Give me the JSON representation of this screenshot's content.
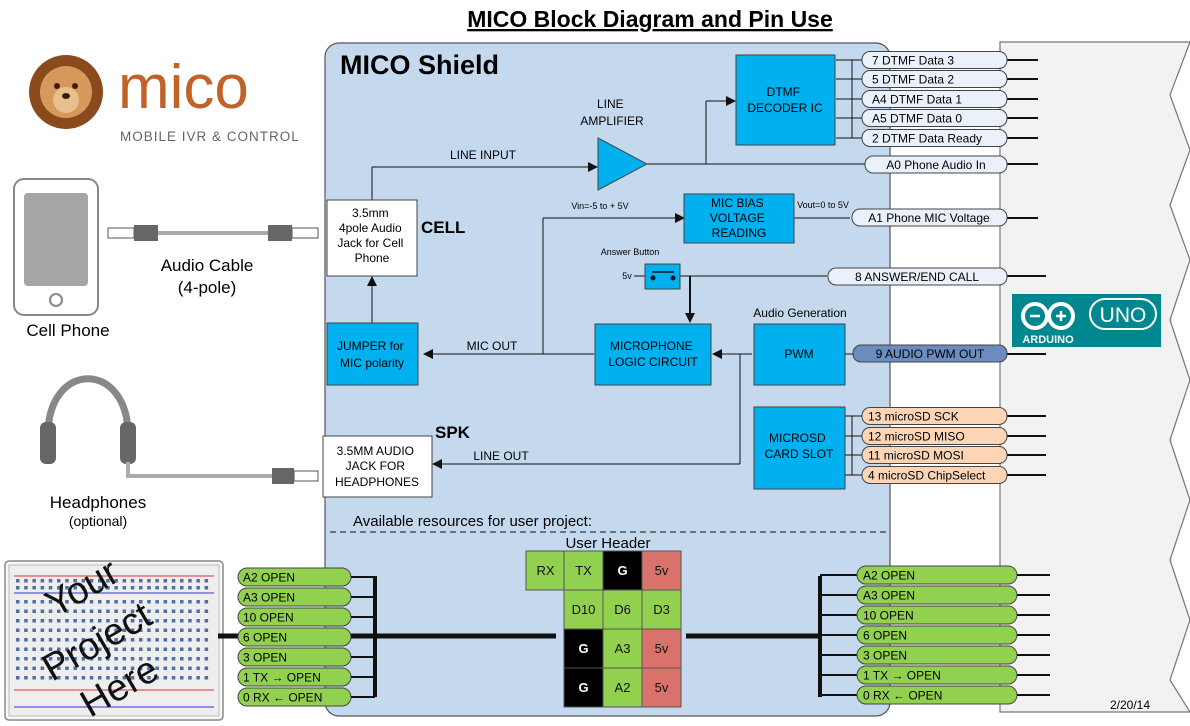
{
  "title": "MICO Block Diagram and Pin Use",
  "logo": {
    "word": "mico",
    "tagline": "MOBILE IVR & CONTROL"
  },
  "shield_title": "MICO Shield",
  "left": {
    "cell_phone": "Cell Phone",
    "audio_cable_line1": "Audio Cable",
    "audio_cable_line2": "(4-pole)",
    "headphones": "Headphones",
    "optional": "(optional)",
    "project_words": [
      "Your",
      "Project",
      "Here"
    ]
  },
  "blocks": {
    "jack_cell": [
      "3.5mm",
      "4pole Audio",
      "Jack for Cell",
      "Phone"
    ],
    "cell_label": "CELL",
    "jumper": [
      "JUMPER for",
      "MIC polarity"
    ],
    "jack_hp": [
      "3.5MM AUDIO",
      "JACK FOR",
      "HEADPHONES"
    ],
    "spk_label": "SPK",
    "line_amp": [
      "LINE",
      "AMPLIFIER"
    ],
    "dtmf": [
      "DTMF",
      "DECODER IC"
    ],
    "mic_bias": [
      "MIC BIAS",
      "VOLTAGE",
      "READING"
    ],
    "mic_logic": [
      "MICROPHONE",
      "LOGIC CIRCUIT"
    ],
    "pwm": "PWM",
    "audio_gen": "Audio Generation",
    "microsd": [
      "MICROSD",
      "CARD SLOT"
    ],
    "answer_button": "Answer Button",
    "five_v": "5v",
    "vin": "Vin=-5 to + 5V",
    "vout": "Vout=0 to 5V",
    "line_input": "LINE INPUT",
    "mic_out": "MIC OUT",
    "line_out": "LINE OUT"
  },
  "pins_top": [
    {
      "label": "7 DTMF Data 3",
      "color": "#eaf1fb"
    },
    {
      "label": "5 DTMF Data 2",
      "color": "#eaf1fb"
    },
    {
      "label": "A4 DTMF Data 1",
      "color": "#eaf1fb"
    },
    {
      "label": "A5 DTMF Data 0",
      "color": "#eaf1fb"
    },
    {
      "label": "2 DTMF Data Ready",
      "color": "#eaf1fb"
    }
  ],
  "pin_audio_in": "A0 Phone Audio In",
  "pin_mic_voltage": "A1 Phone MIC Voltage",
  "pin_answer": "8 ANSWER/END CALL",
  "pin_pwm": "9 AUDIO PWM OUT",
  "pins_sd": [
    "13 microSD SCK",
    "12 microSD MISO",
    "11 microSD MOSI",
    "4 microSD ChipSelect"
  ],
  "resources_label": "Available resources for user project:",
  "user_header": {
    "title": "User Header",
    "row1": [
      "RX",
      "TX",
      "G",
      "5v"
    ],
    "row2": [
      "D10",
      "D6",
      "D3"
    ],
    "row3": [
      "G",
      "A3",
      "5v"
    ],
    "row4": [
      "G",
      "A2",
      "5v"
    ]
  },
  "open_pins": [
    "A2 OPEN",
    "A3 OPEN",
    "10 OPEN",
    "6 OPEN",
    "3 OPEN",
    "1 TX →    OPEN",
    "0 RX ←    OPEN"
  ],
  "arduino": {
    "brand": "ARDUINO",
    "model": "UNO"
  },
  "date": "2/20/14",
  "colors": {
    "shield_bg": "#c5d9ee",
    "block_cyan": "#00b0ef",
    "pin_green": "#92d050",
    "pin_orange": "#fbd5b5",
    "pin_blue": "#6b8cbf",
    "pin_light": "#eaf1fb",
    "red_cell": "#d9726b",
    "logo_brown": "#c0622a"
  }
}
